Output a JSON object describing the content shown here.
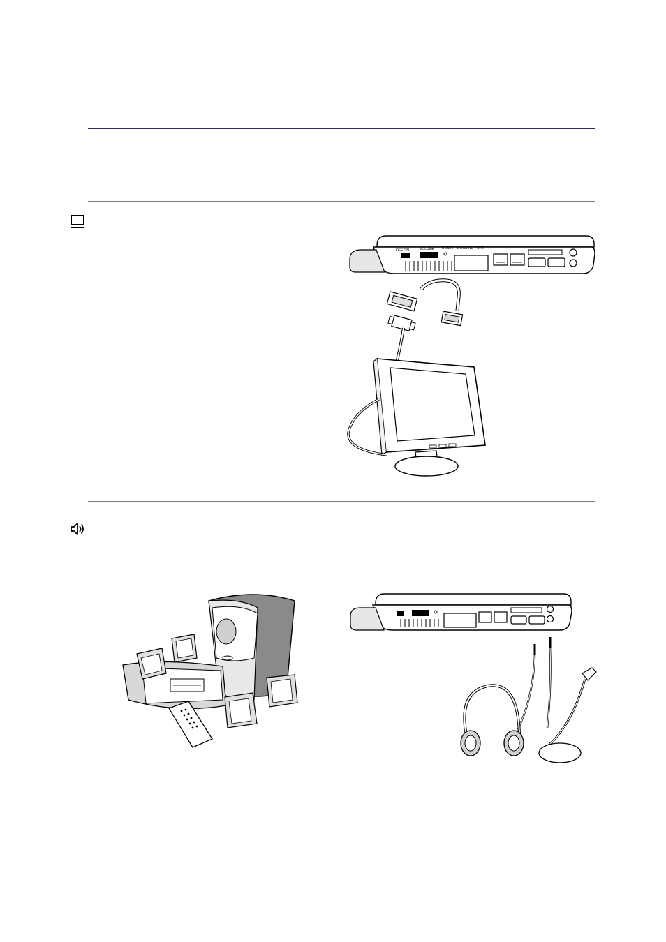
{
  "laptop_ports": {
    "power": "OFF ON",
    "volume": "VOLUME",
    "reset": "RESET",
    "docking": "DOCKING PORT"
  },
  "icons": {
    "display_section": "monitor-icon",
    "audio_section": "speaker-icon"
  }
}
